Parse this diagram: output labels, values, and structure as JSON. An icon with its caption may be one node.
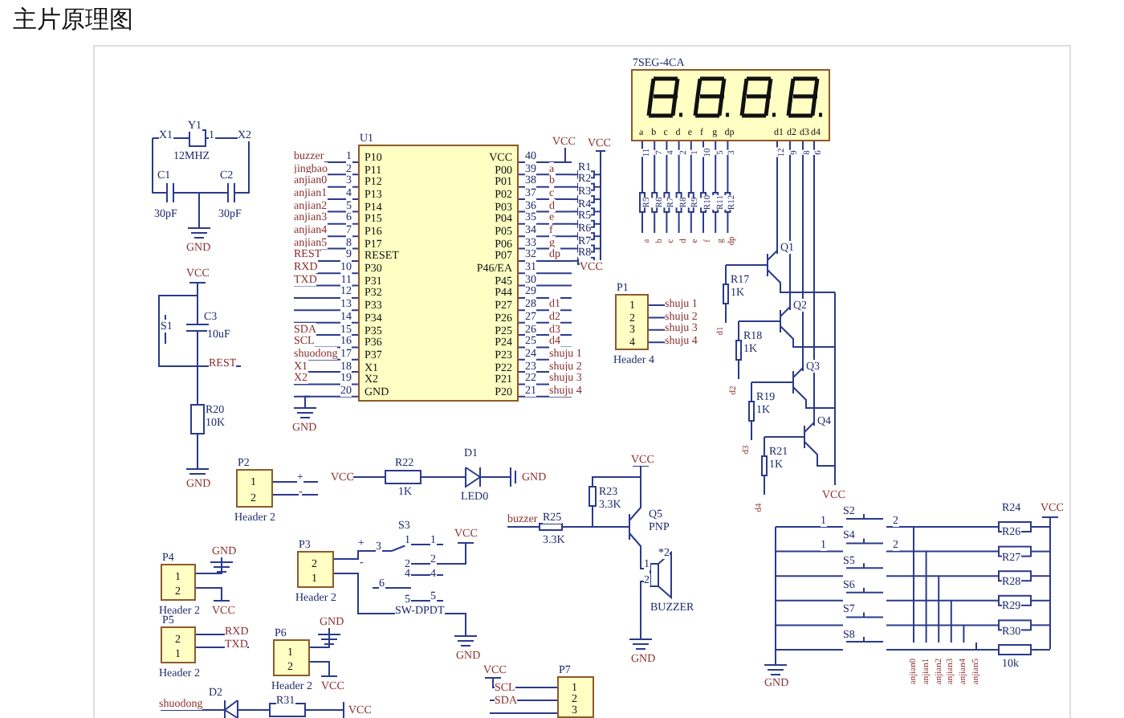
{
  "diagram": {
    "title": "主片原理图",
    "nodes": [
      {
        "text": [
          "U1",
          "P10",
          "P11",
          "P12",
          "P13",
          "P14",
          "P15",
          "P16",
          "P17",
          "RESET",
          "P30",
          "P31",
          "P32",
          "P33",
          "P34",
          "P35",
          "P36",
          "P37",
          "X1",
          "X2",
          "GND",
          "VCC",
          "P00",
          "P01",
          "P02",
          "P03",
          "P04",
          "P05",
          "P06",
          "P07",
          "P46/EA",
          "P45",
          "P44",
          "P27",
          "P26",
          "P25",
          "P24",
          "P23",
          "P22",
          "P21",
          "P20"
        ]
      },
      {
        "text": [
          "7SEG-4CA",
          "a",
          "b",
          "c",
          "d",
          "e",
          "f",
          "g",
          "dp",
          "d1",
          "d2",
          "d3",
          "d4"
        ]
      },
      {
        "text": [
          "P1",
          "1",
          "2",
          "3",
          "4",
          "Header 4"
        ]
      },
      {
        "text": [
          "P2",
          "1",
          "2",
          "Header 2"
        ]
      },
      {
        "text": [
          "P4",
          "1",
          "2",
          "Header 2"
        ]
      },
      {
        "text": [
          "P5",
          "2",
          "1",
          "Header 2"
        ]
      },
      {
        "text": [
          "P3",
          "2",
          "1",
          "Header 2"
        ]
      },
      {
        "text": [
          "P6",
          "1",
          "2",
          "Header 2"
        ]
      },
      {
        "text": [
          "P7",
          "1",
          "2",
          "3"
        ]
      }
    ],
    "labels": [
      "X1",
      "Y1",
      "1",
      "X2",
      "12MHZ",
      "C1",
      "C2",
      "30pF",
      "30pF",
      "GND",
      "VCC",
      "S1",
      "C3",
      "10uF",
      "REST",
      "R20",
      "10K",
      "GND",
      "buzzer",
      "1",
      "jingbao",
      "2",
      "anjian0",
      "3",
      "anjian1",
      "4",
      "anjian2",
      "5",
      "anjian3",
      "6",
      "anjian4",
      "7",
      "anjian5",
      "8",
      "REST",
      "9",
      "RXD",
      "10",
      "TXD",
      "11",
      "12",
      "13",
      "14",
      "SDA",
      "15",
      "SCL",
      "16",
      "shuodong",
      "17",
      "X1",
      "18",
      "X2",
      "19",
      "20",
      "40",
      "VCC",
      "39",
      "a",
      "38",
      "b",
      "37",
      "c",
      "36",
      "d",
      "35",
      "e",
      "34",
      "f",
      "33",
      "g",
      "32",
      "dp",
      "31",
      "VCC",
      "30",
      "29",
      "28",
      "d1",
      "27",
      "d2",
      "26",
      "d3",
      "25",
      "d4",
      "24",
      "shuju 1",
      "23",
      "shuju 2",
      "22",
      "shuju 3",
      "21",
      "shuju 4",
      "GND",
      "VCC",
      "R1",
      "R2",
      "R3",
      "R4",
      "R5",
      "R6",
      "R7",
      "R8",
      "R5",
      "R6",
      "R7",
      "R8",
      "R9",
      "R10",
      "R11",
      "R12",
      "11",
      "7",
      "4",
      "2",
      "1",
      "10",
      "5",
      "3",
      "12",
      "9",
      "8",
      "6",
      "a",
      "b",
      "c",
      "d",
      "e",
      "f",
      "g",
      "dp",
      "Q1",
      "Q2",
      "Q3",
      "Q4",
      "R17",
      "1K",
      "R18",
      "1K",
      "R19",
      "1K",
      "R21",
      "1K",
      "d1",
      "d2",
      "d3",
      "d4",
      "VCC",
      "shuju 1",
      "shuju 2",
      "shuju 3",
      "shuju 4",
      "+",
      "-",
      "VCC",
      "R22",
      "1K",
      "D1",
      "LED0",
      "GND",
      "GND",
      "VCC",
      "RXD",
      "TXD",
      "+",
      "-",
      "3",
      "1",
      "1",
      "2",
      "2",
      "4",
      "4",
      "6",
      "5",
      "5",
      "S3",
      "VCC",
      "SW-DPDT",
      "GND",
      "GND",
      "VCC",
      "D2",
      "shuodong",
      "R31",
      "VCC",
      "VCC",
      "SCL",
      "SDA",
      "buzzer",
      "R25",
      "3.3K",
      "R23",
      "3.3K",
      "VCC",
      "Q5",
      "PNP",
      "*2",
      "1",
      "2",
      "BUZZER",
      "GND",
      "S2",
      "S4",
      "S5",
      "S6",
      "S7",
      "S8",
      "1",
      "2",
      "1",
      "2",
      "R24",
      "R26",
      "R27",
      "R28",
      "R29",
      "R30",
      "10k",
      "VCC",
      "GND",
      "anjian0",
      "anjian1",
      "anjian2",
      "anjian3",
      "anjian4",
      "anjian5"
    ]
  }
}
